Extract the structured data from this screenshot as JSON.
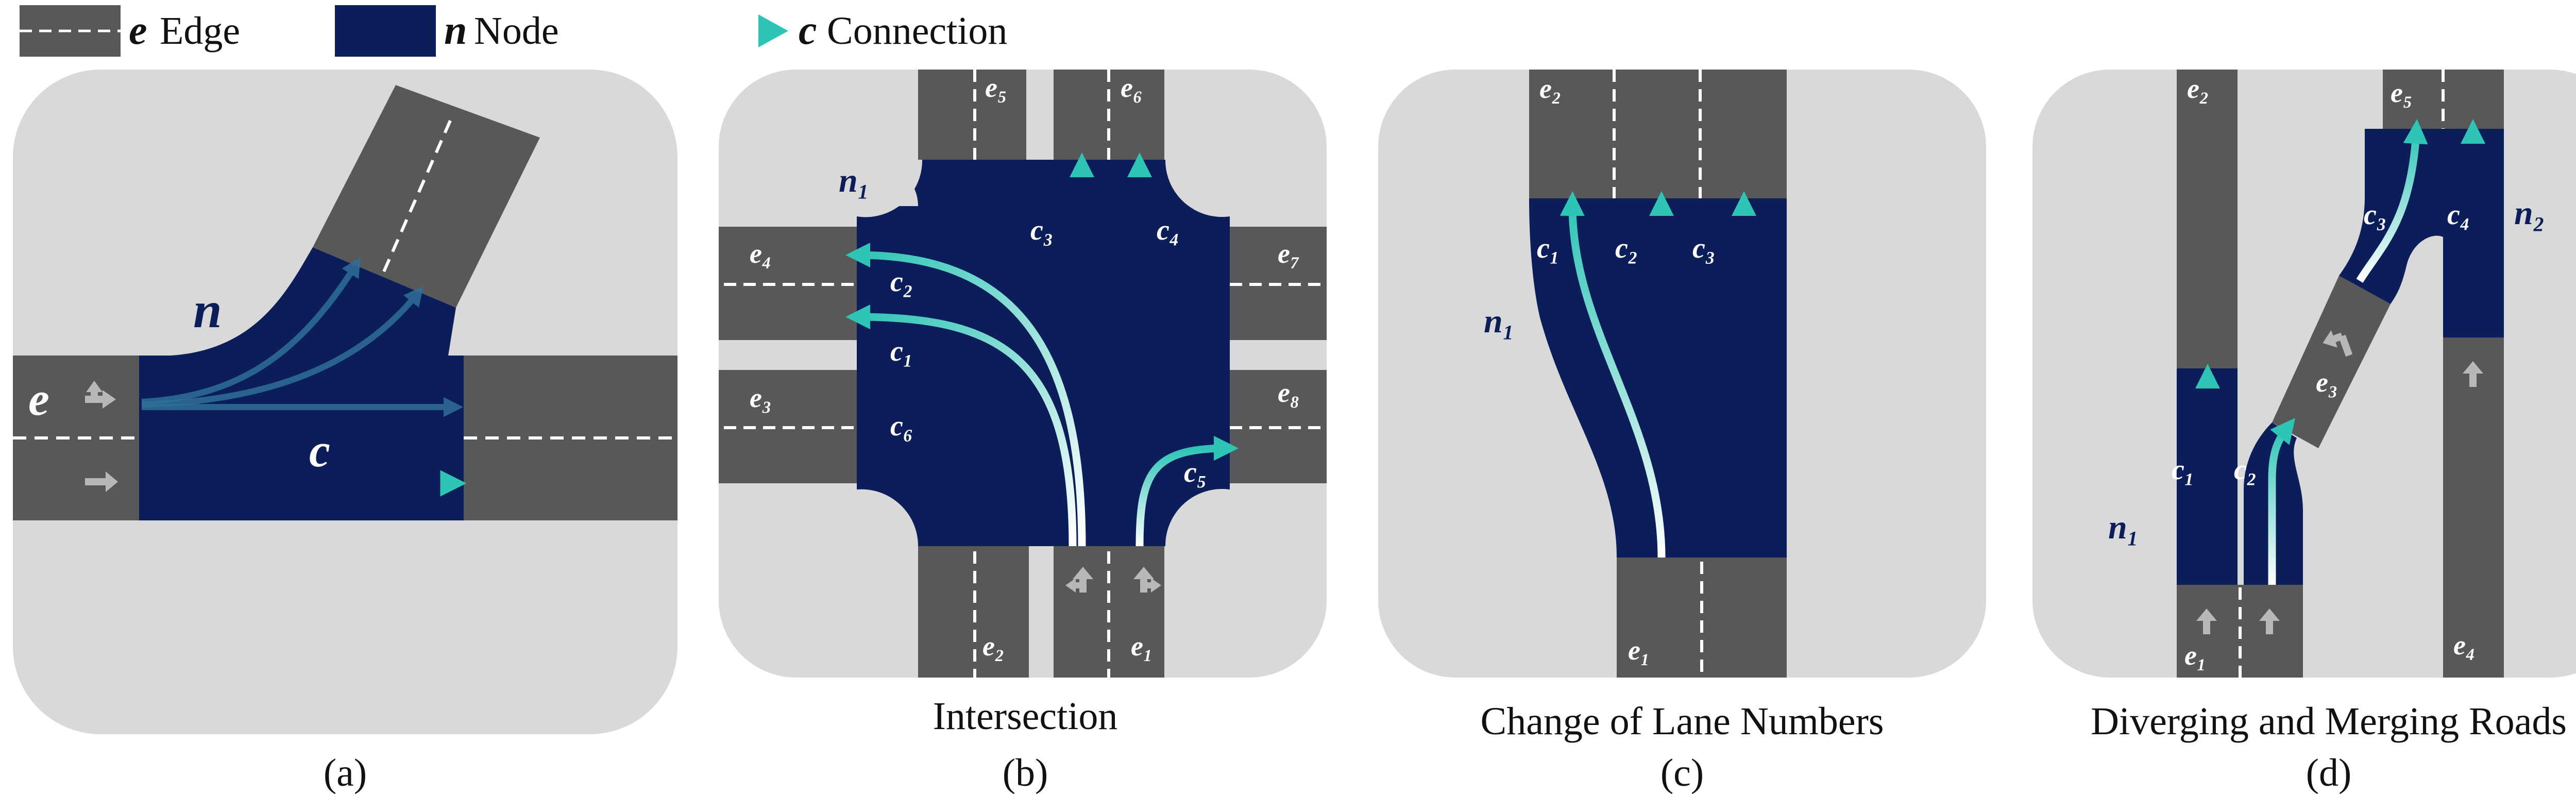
{
  "colors": {
    "edge": "#585858",
    "node": "#0c1e5a",
    "connection": "#2ec4b6",
    "panel": "#d9d9d9",
    "label_dark": "#0c1e5a",
    "text": "#111111"
  },
  "legend": {
    "edge_symbol": "e",
    "edge_label": "Edge",
    "node_symbol": "n",
    "node_label": "Node",
    "connection_symbol": "c",
    "connection_label": "Connection"
  },
  "panels": {
    "a": {
      "letter": "(a)",
      "edge_label": "e",
      "node_label": "n",
      "connection_label": "c"
    },
    "b": {
      "title": "Intersection",
      "letter": "(b)",
      "node": "n₁",
      "edges": [
        "e₁",
        "e₂",
        "e₃",
        "e₄",
        "e₅",
        "e₆",
        "e₇",
        "e₈"
      ],
      "connections": [
        "c₁",
        "c₂",
        "c₃",
        "c₄",
        "c₅",
        "c₆"
      ]
    },
    "c": {
      "title": "Change of Lane Numbers",
      "letter": "(c)",
      "node": "n₁",
      "edges": [
        "e₁",
        "e₂"
      ],
      "connections": [
        "c₁",
        "c₂",
        "c₃"
      ]
    },
    "d": {
      "title": "Diverging and Merging Roads",
      "letter": "(d)",
      "nodes": [
        "n₁",
        "n₂"
      ],
      "edges": [
        "e₁",
        "e₂",
        "e₃",
        "e₄",
        "e₅"
      ],
      "connections": [
        "c₁",
        "c₂",
        "c₃",
        "c₄"
      ]
    }
  }
}
